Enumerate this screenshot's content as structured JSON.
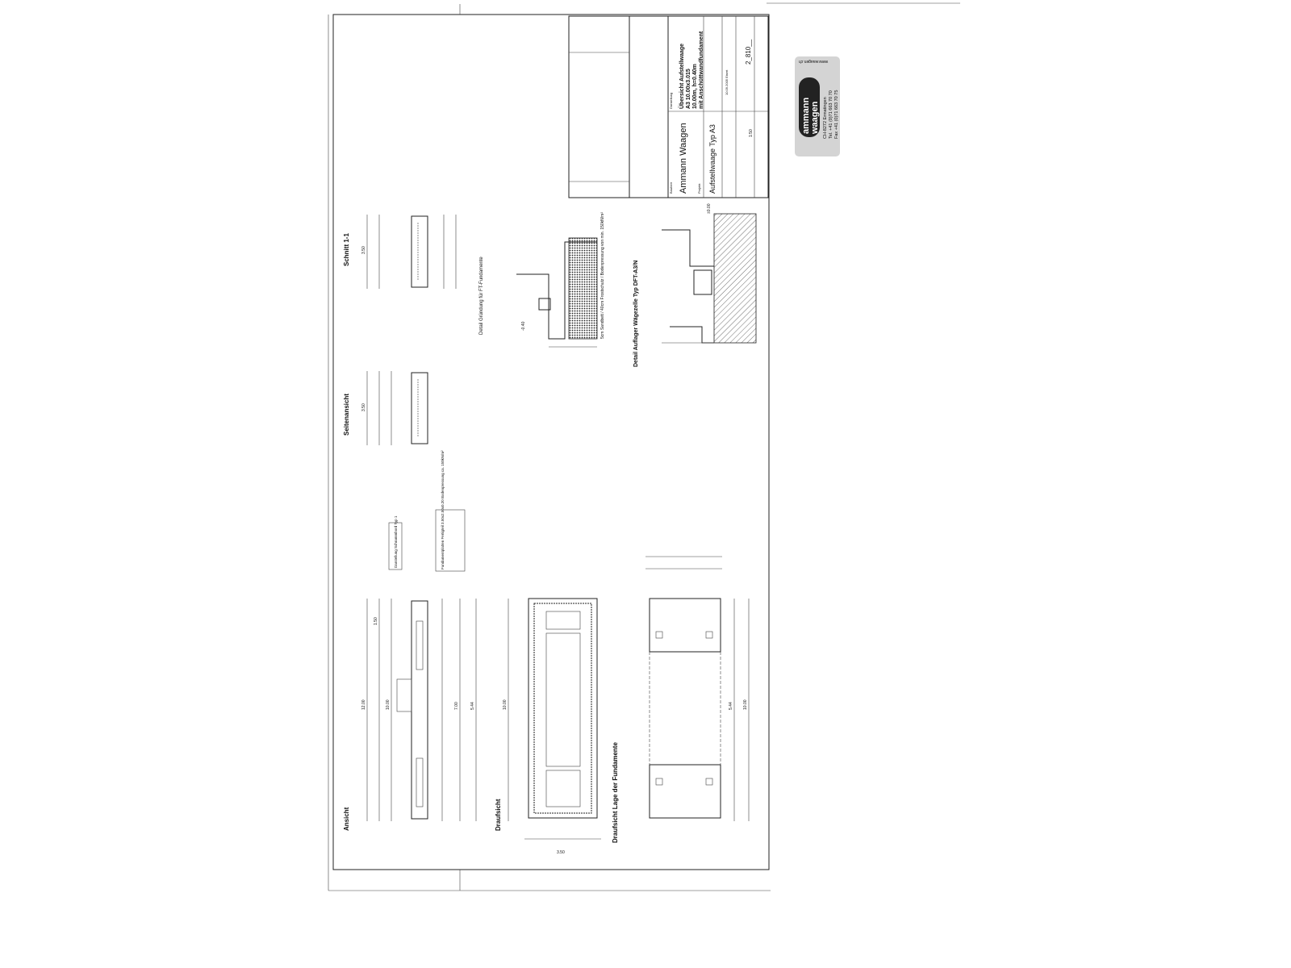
{
  "views": {
    "ansicht": "Ansicht",
    "draufsicht": "Draufsicht",
    "lage": "Draufsicht Lage der Fundamente",
    "seitenansicht": "Seitenansicht",
    "schnitt": "Schnitt 1-1",
    "detail_gruendung": "Detail Gründung für FT-Fundamente",
    "detail_auflager": "Detail Auflager Wägezelle Typ DFT-A3/N",
    "schrammbord": "Darstellung Schrammbord Typ 1",
    "fundament_note": "Fundamentplatten Fertigteil 3.50x2.50x0.20 Bodenpressung ca. 150kN/m²",
    "sand_note": "5cm Sandbett / 40cm Frostschutz / Bodenpressung von min. 150kN/m²"
  },
  "dims": {
    "total_length": "12.00",
    "bridge_length": "10.00",
    "inner": "7.00",
    "end": "1.50",
    "width": "3.50",
    "center": "5.44",
    "level": "±0.00",
    "depth": "-0.40"
  },
  "title_block": {
    "client_label": "Bauherr",
    "client": "Ammann Waagen",
    "project_label": "Projekt",
    "project": "Aufstellwaage Typ A3",
    "desc_label": "Darstellung",
    "desc_1": "Übersicht Aufstellwaage",
    "desc_2": "A3 10.00x3.015",
    "desc_3": "10.00m, h=0.40m",
    "desc_4": "mit Anschüttwandfundament",
    "date": "10.09.2005 Eisert",
    "drawing_no": "2_810__",
    "scale": "1:50"
  },
  "logo": {
    "name_1": "ammann",
    "name_2": "waagen",
    "address": "CH-8272 Ermatingen",
    "tel": "Tel. +41 (0)71 663 70 70",
    "fax": "Fax +41 (0)71 663 70 75",
    "web": "www.waagen.ch"
  }
}
